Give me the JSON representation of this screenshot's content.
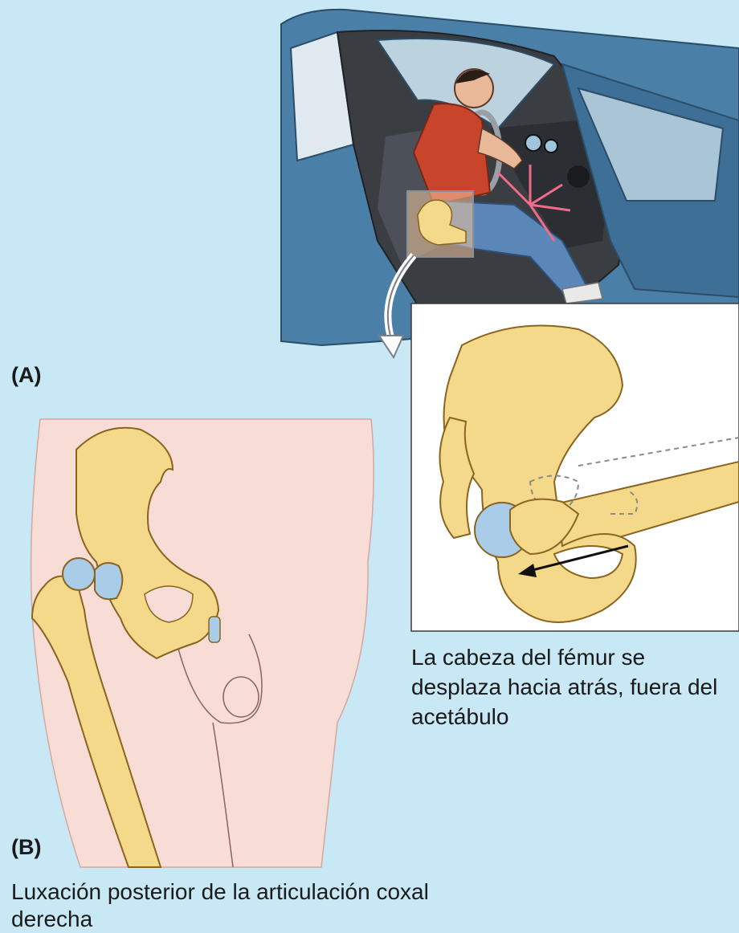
{
  "panel_a": {
    "label": "(A)",
    "caption": "La cabeza del fémur se desplaza hacia atrás, fuera del acetábulo"
  },
  "panel_b": {
    "label": "(B)",
    "caption": "Luxación posterior de la articulación coxal derecha"
  },
  "colors": {
    "background": "#c8e8f6",
    "bone": "#f4d98a",
    "bone_outline": "#8a6420",
    "cartilage": "#a9cde9",
    "skin": "#f8dcd6",
    "car_body": "#4a7fa8",
    "shirt": "#c8452c",
    "jeans": "#5a86b8",
    "impact_arrows": "#f06c8a"
  }
}
